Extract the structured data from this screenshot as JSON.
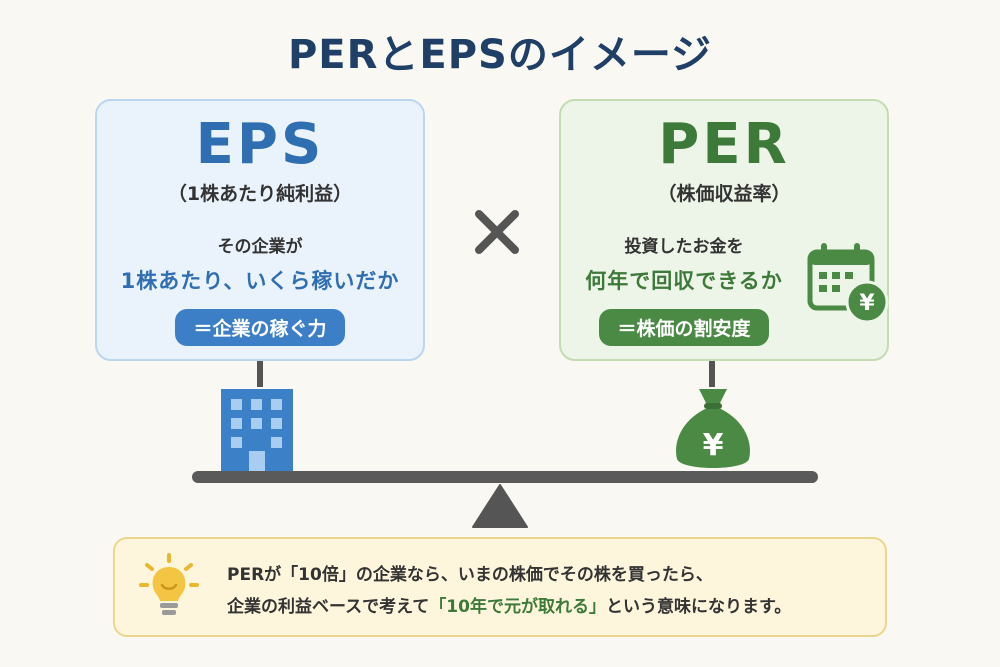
{
  "title": "PERとEPSのイメージ",
  "eps": {
    "heading": "EPS",
    "subtitle": "（1株あたり純利益）",
    "line1": "その企業が",
    "line2": "1株あたり、いくら稼いだか",
    "pill": "＝企業の稼ぐ力"
  },
  "per": {
    "heading": "PER",
    "subtitle": "（株価収益率）",
    "line1": "投資したお金を",
    "line2": "何年で回収できるか",
    "pill": "＝株価の割安度"
  },
  "icons": {
    "multiply": "times-icon",
    "building": "building-icon",
    "money_bag": "yen-money-bag-icon",
    "calendar": "calendar-yen-icon",
    "bulb": "lightbulb-icon",
    "bag_symbol": "¥",
    "calendar_symbol": "¥"
  },
  "note": {
    "line1": "PERが「10倍」の企業なら、いまの株価でその株を買ったら、",
    "line2_pre": "企業の利益ベースで考えて",
    "line2_highlight": "「10年で元が取れる」",
    "line2_post": "という意味になります。"
  },
  "colors": {
    "title": "#1f3f66",
    "eps_accent": "#2f6fb1",
    "per_accent": "#3d7a3a",
    "note_highlight": "#3d7a3a"
  }
}
